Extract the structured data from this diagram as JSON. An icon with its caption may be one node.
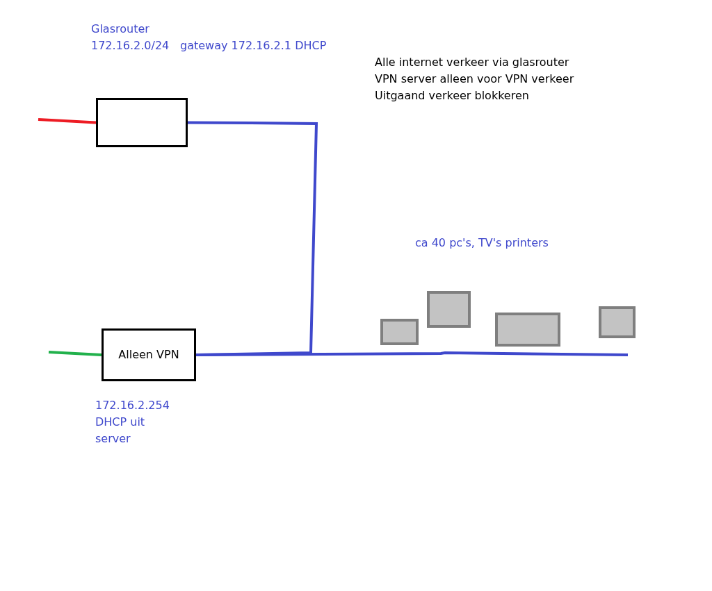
{
  "diagram": {
    "nodes": [
      {
        "text": [],
        "shape": "box",
        "beside": [
          "Glasrouter",
          "172.16.2.0/24",
          "gateway 172.16.2.1 DHCP"
        ]
      },
      {
        "text": [
          "Alleen VPN"
        ],
        "beside": [
          "172.16.2.254",
          "DHCP uit",
          "server"
        ]
      },
      {
        "text": [],
        "shape": "box"
      },
      {
        "text": [],
        "shape": "box"
      },
      {
        "text": [],
        "shape": "box"
      },
      {
        "text": [],
        "shape": "box"
      }
    ],
    "edges": [
      {
        "from": null,
        "to": 0,
        "arrow": "none",
        "color": "#ed1c24"
      },
      {
        "from": null,
        "to": 1,
        "arrow": "none",
        "color": "#22b14c"
      },
      {
        "from": 0,
        "to": 1,
        "arrow": "none"
      },
      {
        "from": 1,
        "to": null,
        "arrow": "none"
      }
    ],
    "labels": [
      "Alle internet verkeer via glasrouter",
      "VPN server alleen voor VPN verkeer",
      "Uitgaand verkeer blokkeren",
      "ca 40 pc's, TV's printers"
    ]
  }
}
